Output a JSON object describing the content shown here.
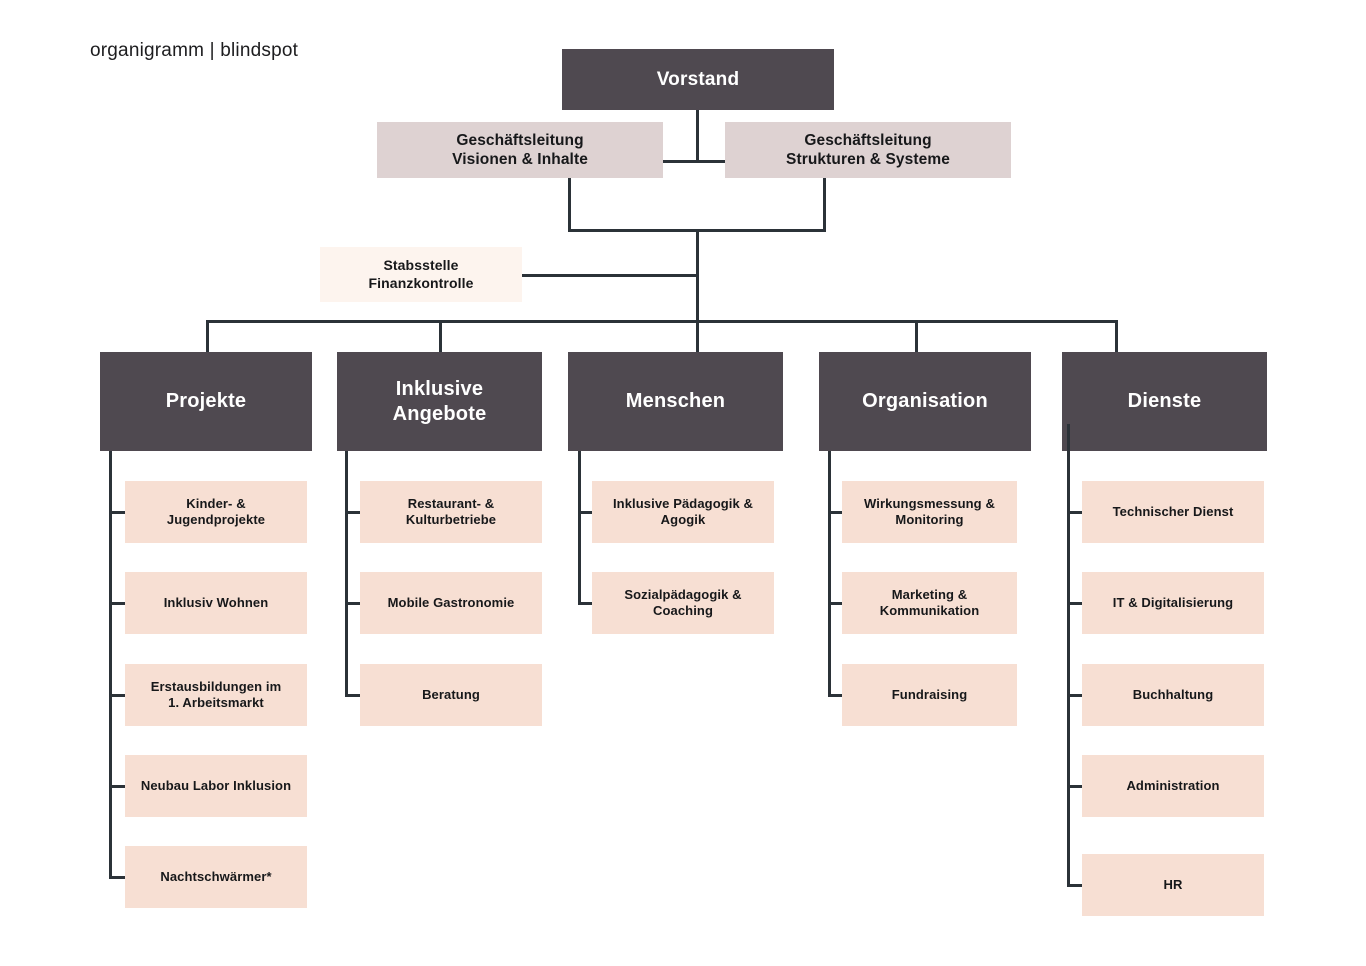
{
  "page": {
    "title": "organigramm | blindspot",
    "background": "#ffffff"
  },
  "colors": {
    "dark_box": "#4f4950",
    "exec_box": "#ded2d2",
    "staff_box": "#fdf4ee",
    "sub_box": "#f7dfd3",
    "connector": "#2b3238",
    "dark_text": "#17181a",
    "light_text": "#ffffff"
  },
  "org": {
    "root": {
      "label": "Vorstand"
    },
    "executives": [
      {
        "line1": "Geschäftsleitung",
        "line2": "Visionen & Inhalte"
      },
      {
        "line1": "Geschäftsleitung",
        "line2": "Strukturen & Systeme"
      }
    ],
    "staff_unit": {
      "line1": "Stabsstelle",
      "line2": "Finanzkontrolle"
    },
    "departments": [
      {
        "name": "Projekte",
        "title_line1": "Projekte",
        "title_line2": "",
        "items": [
          {
            "line1": "Kinder- &",
            "line2": "Jugendprojekte"
          },
          {
            "line1": "Inklusiv Wohnen",
            "line2": ""
          },
          {
            "line1": "Erstausbildungen im",
            "line2": "1. Arbeitsmarkt"
          },
          {
            "line1": "Neubau Labor Inklusion",
            "line2": ""
          },
          {
            "line1": "Nachtschwärmer*",
            "line2": ""
          }
        ]
      },
      {
        "name": "Inklusive Angebote",
        "title_line1": "Inklusive",
        "title_line2": "Angebote",
        "items": [
          {
            "line1": "Restaurant- &",
            "line2": "Kulturbetriebe"
          },
          {
            "line1": "Mobile Gastronomie",
            "line2": ""
          },
          {
            "line1": "Beratung",
            "line2": ""
          }
        ]
      },
      {
        "name": "Menschen",
        "title_line1": "Menschen",
        "title_line2": "",
        "items": [
          {
            "line1": "Inklusive Pädagogik &",
            "line2": "Agogik"
          },
          {
            "line1": "Sozialpädagogik &",
            "line2": "Coaching"
          }
        ]
      },
      {
        "name": "Organisation",
        "title_line1": "Organisation",
        "title_line2": "",
        "items": [
          {
            "line1": "Wirkungsmessung &",
            "line2": "Monitoring"
          },
          {
            "line1": "Marketing &",
            "line2": "Kommunikation"
          },
          {
            "line1": "Fundraising",
            "line2": ""
          }
        ]
      },
      {
        "name": "Dienste",
        "title_line1": "Dienste",
        "title_line2": "",
        "items": [
          {
            "line1": "Technischer Dienst",
            "line2": ""
          },
          {
            "line1": "IT & Digitalisierung",
            "line2": ""
          },
          {
            "line1": "Buchhaltung",
            "line2": ""
          },
          {
            "line1": "Administration",
            "line2": ""
          },
          {
            "line1": "HR",
            "line2": ""
          }
        ]
      }
    ]
  }
}
